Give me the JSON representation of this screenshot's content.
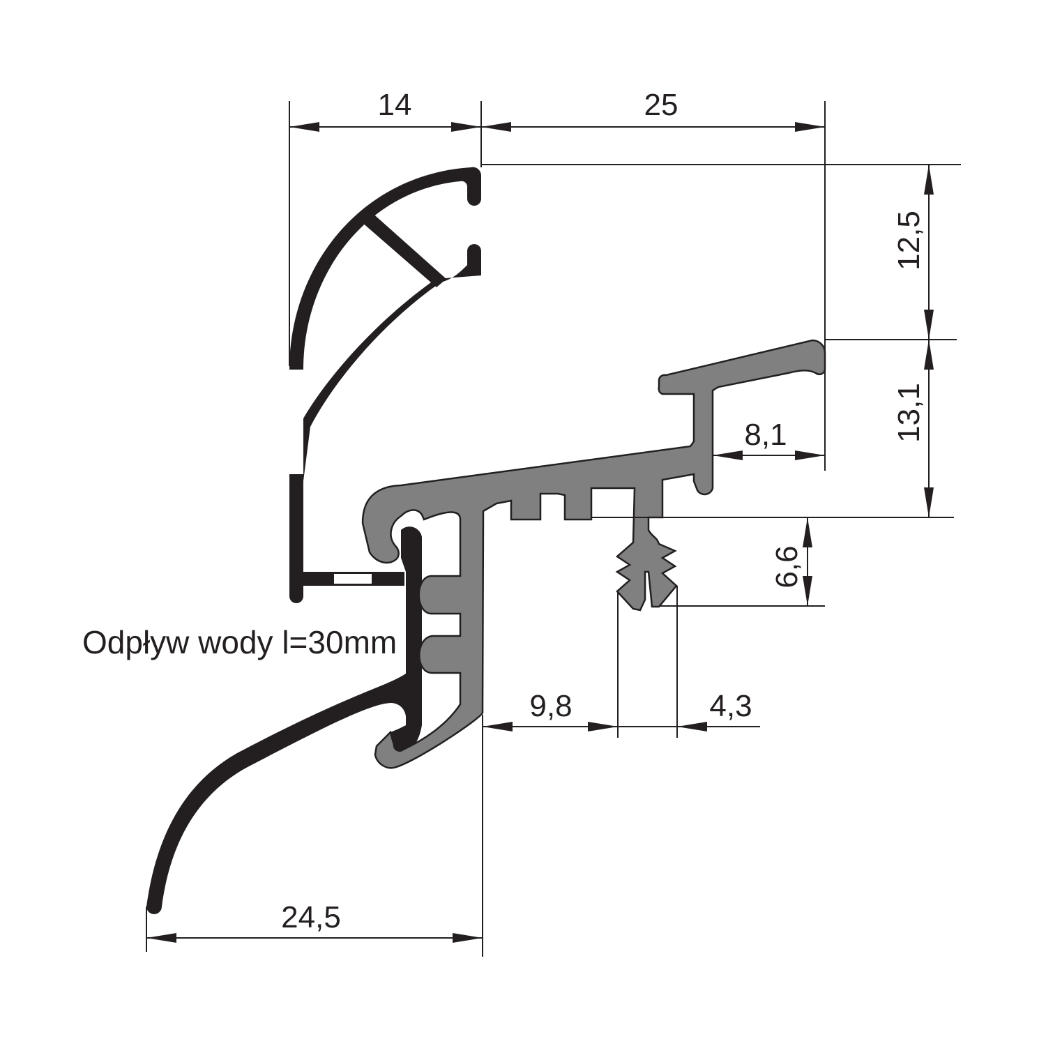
{
  "drawing": {
    "colors": {
      "profile_dark": "#231f20",
      "profile_gray": "#808080",
      "outline": "#231f20",
      "background": "#ffffff"
    },
    "dimensions": {
      "width_top_left": "14",
      "width_top_right": "25",
      "height_upper": "12,5",
      "height_middle": "13,1",
      "lip_width": "8,1",
      "fin_height": "6,6",
      "offset_fin": "9,8",
      "fin_width": "4,3",
      "bottom_width": "24,5"
    },
    "note": "Odpływ wody l=30mm"
  }
}
